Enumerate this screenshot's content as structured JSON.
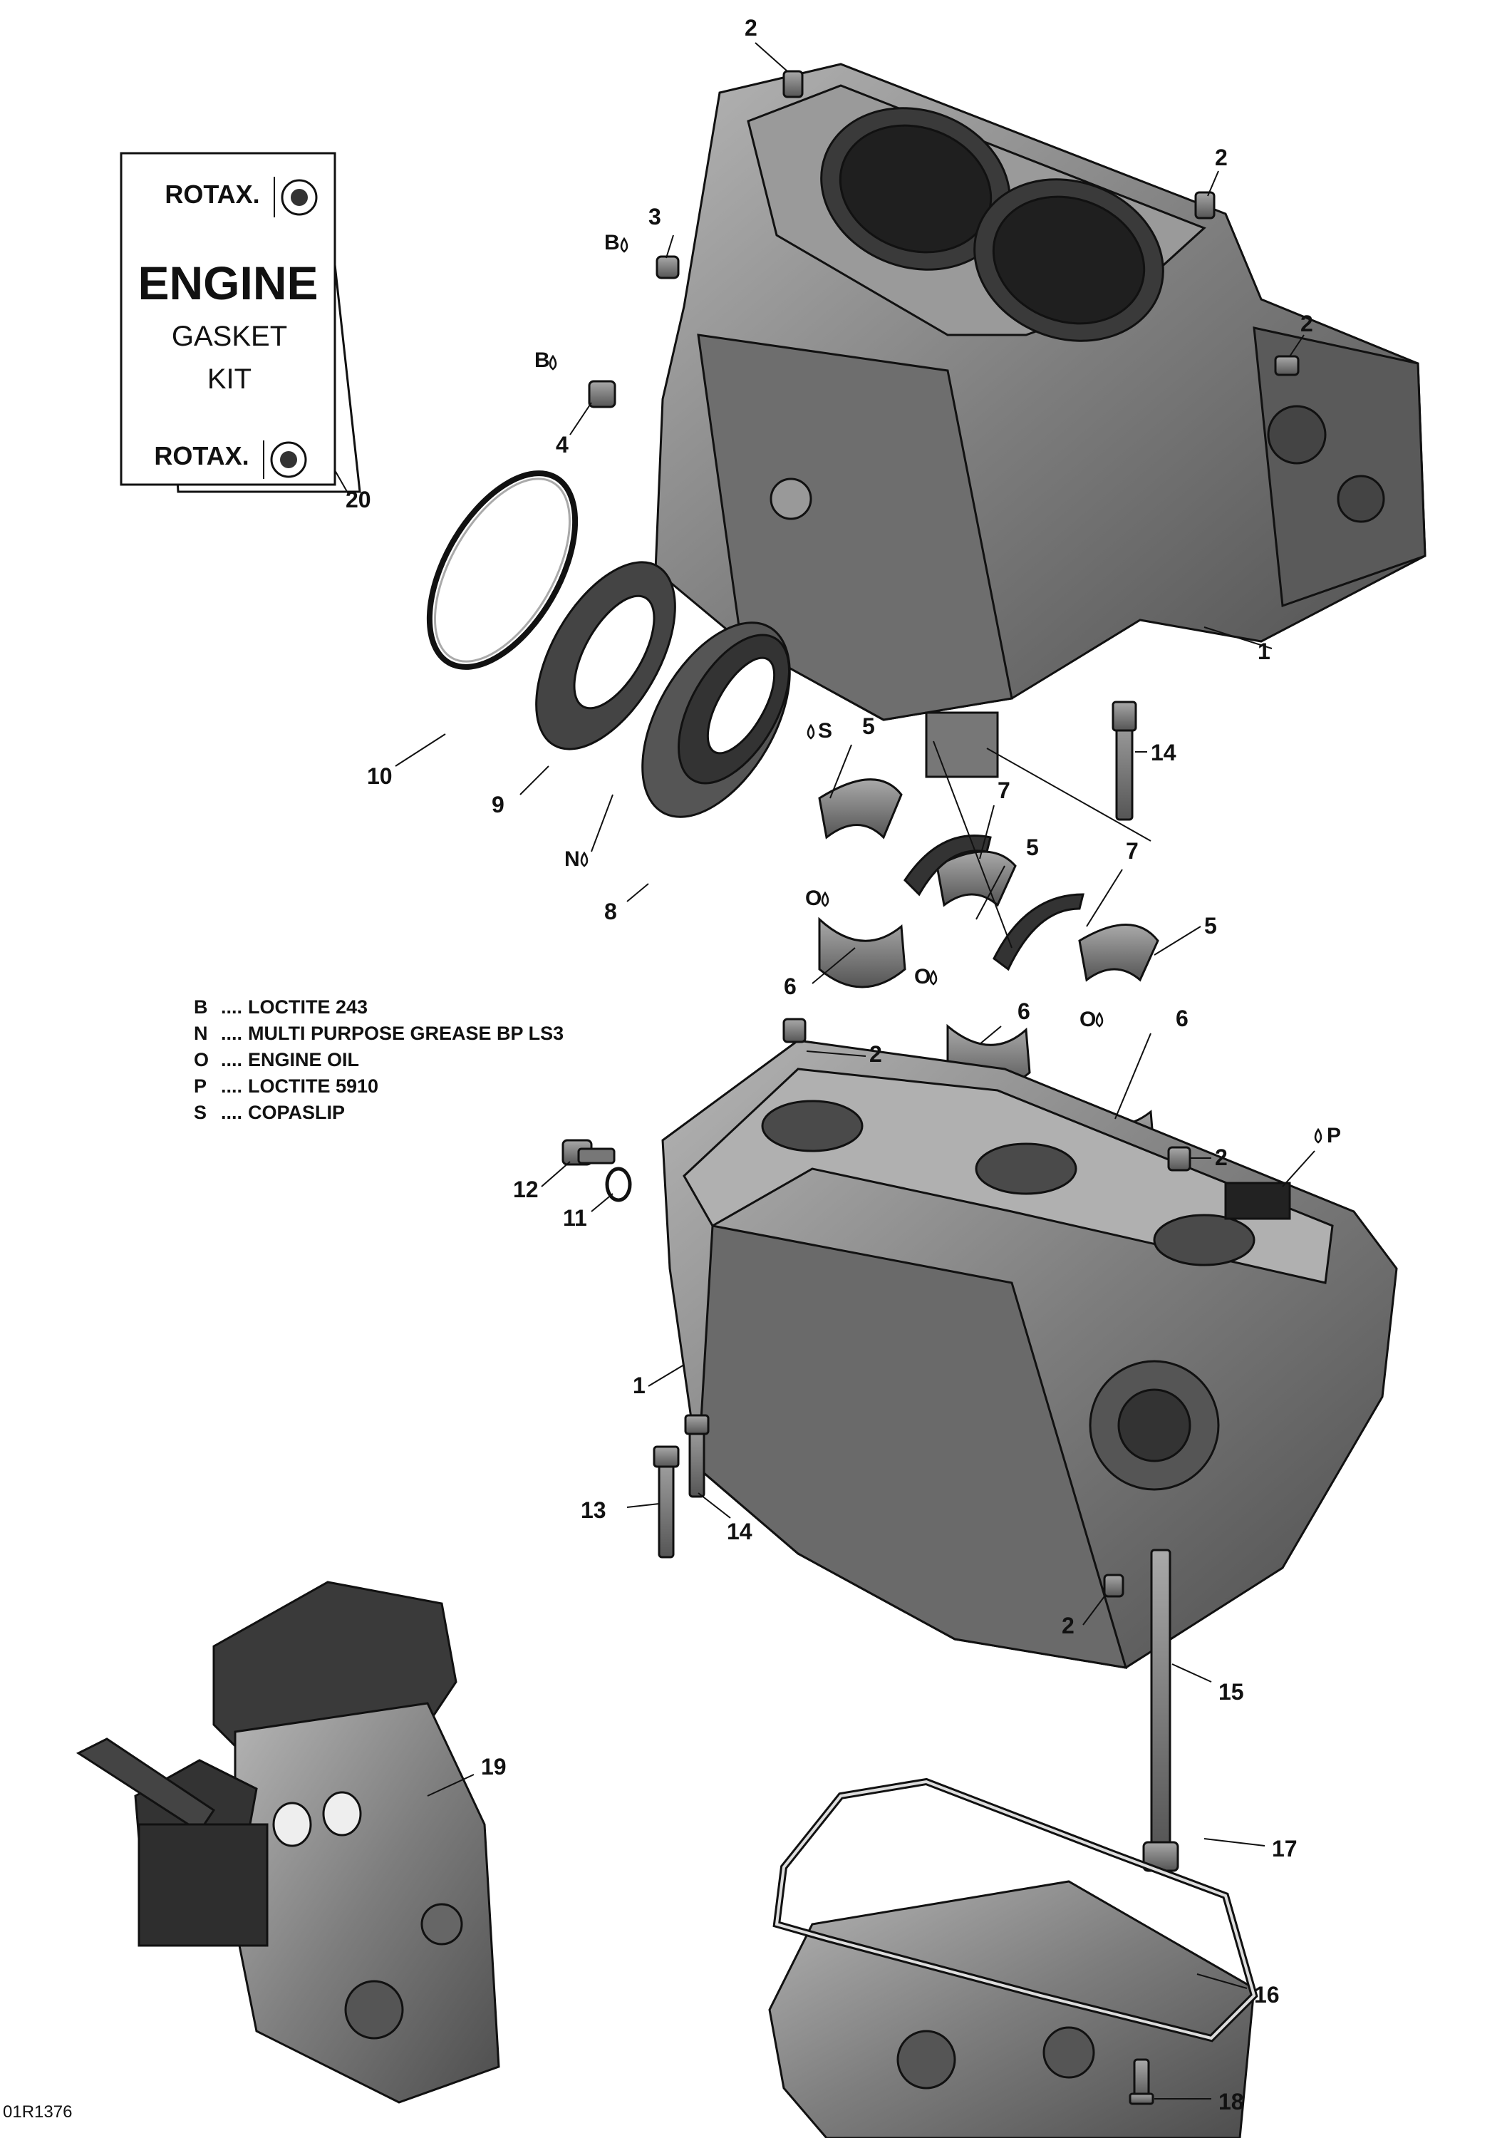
{
  "kit_card": {
    "brand_top": "ROTAX.",
    "title": "ENGINE",
    "line2": "GASKET",
    "line3": "KIT",
    "brand_bottom": "ROTAX.",
    "item_number": "20"
  },
  "callouts": {
    "c1a": "1",
    "c1b": "1",
    "c2a": "2",
    "c2b": "2",
    "c2c": "2",
    "c2d": "2",
    "c2e": "2",
    "c2f": "2",
    "c3": "3",
    "c4": "4",
    "c5a": "5",
    "c5b": "5",
    "c5c": "5",
    "c6a": "6",
    "c6b": "6",
    "c6c": "6",
    "c7a": "7",
    "c7b": "7",
    "c8": "8",
    "c9": "9",
    "c10": "10",
    "c11": "11",
    "c12": "12",
    "c13": "13",
    "c14a": "14",
    "c14b": "14",
    "c15": "15",
    "c16": "16",
    "c17": "17",
    "c18": "18",
    "c19": "19"
  },
  "lubricant_marks": {
    "b1": "B",
    "b2": "B",
    "s": "S",
    "n": "N",
    "o1": "O",
    "o2": "O",
    "o3": "O",
    "p": "P"
  },
  "legend": [
    {
      "code": "B",
      "sep": "....",
      "text": "LOCTITE 243"
    },
    {
      "code": "N",
      "sep": "....",
      "text": "MULTI PURPOSE GREASE BP LS3"
    },
    {
      "code": "O",
      "sep": "....",
      "text": "ENGINE OIL"
    },
    {
      "code": "P",
      "sep": "....",
      "text": "LOCTITE 5910"
    },
    {
      "code": "S",
      "sep": "....",
      "text": "COPASLIP"
    }
  ],
  "figure_id": "01R1376",
  "colors": {
    "part_fill": "#8a8a8a",
    "part_dark": "#4a4a4a",
    "part_light": "#c4c4c4",
    "line": "#111111"
  }
}
